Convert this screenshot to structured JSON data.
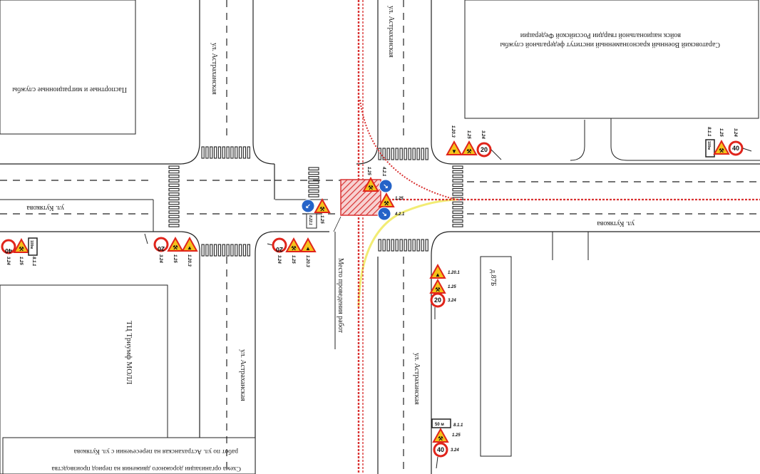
{
  "labels": {
    "street_astrakhanskaya": "ул. Астраханская",
    "street_kutyakova": "ул. Кутякова",
    "passport_office": "Паспортные и миграционные службы",
    "institute_line1": "Саратовский Военный краснознаменный институт федеральной службы",
    "institute_line2": "войск национальной гвардии Российской Федерации",
    "mall": "ТЦ Триумф МОЛЛ",
    "building_87b": "д.87Б",
    "work_place": "Место проведения работ",
    "caption_line1": "Схема организации дорожного движения на период производства",
    "caption_line2": "работ по ул. Астраханская на пересечении с ул. Кутякова"
  },
  "sign_codes": {
    "s1_25": "1.25",
    "s1_20_1": "1.20.1",
    "s1_20_3": "1.20.3",
    "s3_24": "3.24",
    "s4_2_1": "4.2.1",
    "s8_1_1": "8.1.1",
    "s8_22_1": "8.22.1"
  },
  "sign_values": {
    "speed_20": "20",
    "speed_40": "40",
    "distance_100": "100м",
    "distance_50": "50 м"
  },
  "colors": {
    "road_line": "#222222",
    "work_zone": "#d93434",
    "detour": "#f2ec74",
    "sign_red": "#e0241b",
    "sign_yellow": "#f6c21a",
    "sign_blue": "#2563c8"
  }
}
